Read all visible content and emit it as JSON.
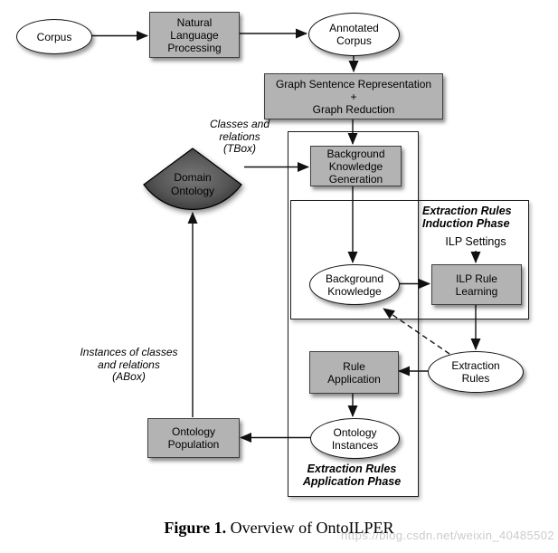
{
  "nodes": {
    "corpus": {
      "label": "Corpus"
    },
    "nlp": {
      "label": "Natural\nLanguage\nProcessing"
    },
    "annotated_corpus": {
      "label": "Annotated\nCorpus"
    },
    "graph": {
      "label": "Graph Sentence Representation\n+\nGraph Reduction"
    },
    "background_knowledge_generation": {
      "label": "Background\nKnowledge\nGeneration"
    },
    "domain_ontology": {
      "label": "Domain\nOntology"
    },
    "background_knowledge": {
      "label": "Background\nKnowledge"
    },
    "ilp_rule_learning": {
      "label": "ILP Rule\nLearning"
    },
    "rule_application": {
      "label": "Rule\nApplication"
    },
    "extraction_rules": {
      "label": "Extraction\nRules"
    },
    "ontology_instances": {
      "label": "Ontology\nInstances"
    },
    "ontology_population": {
      "label": "Ontology\nPopulation"
    }
  },
  "annotations": {
    "tbox": "Classes and\nrelations\n(TBox)",
    "abox": "Instances of classes\nand relations\n(ABox)",
    "induction_phase": "Extraction Rules\nInduction Phase",
    "application_phase": "Extraction Rules\nApplication Phase",
    "ilp_settings": "ILP Settings"
  },
  "caption": {
    "prefix": "Figure 1.",
    "text": " Overview of OntoILPER"
  },
  "watermark": "https://blog.csdn.net/weixin_40485502",
  "colors": {
    "process_box_fill": "#b3b3b3",
    "process_box_border": "#3f3f3f",
    "ellipse_fill": "#ffffff",
    "outline": "#111111",
    "ontology_fill_center": "#787878",
    "ontology_fill_edge": "#262626",
    "watermark": "#cbcbcb"
  }
}
